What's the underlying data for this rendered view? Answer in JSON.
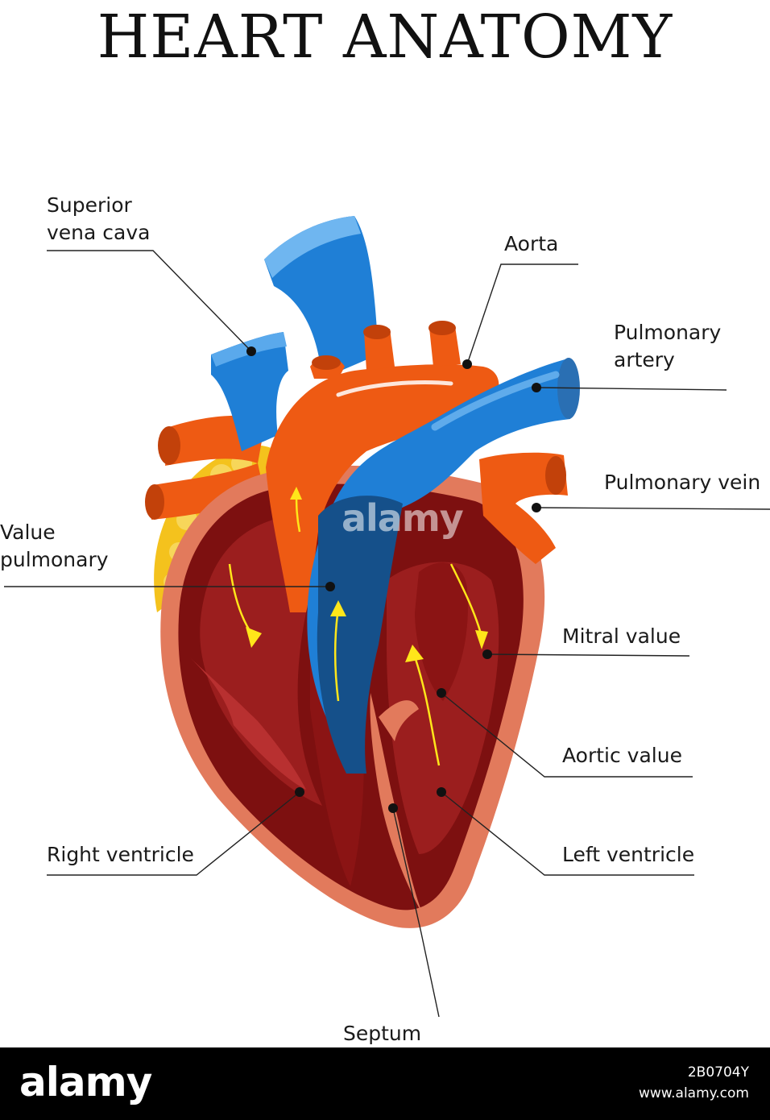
{
  "title": "HEART ANATOMY",
  "labels": {
    "superior_vena_cava": [
      "Superior",
      "vena cava"
    ],
    "aorta": "Aorta",
    "pulmonary_artery": [
      "Pulmonary",
      "artery"
    ],
    "pulmonary_vein": "Pulmonary vein",
    "value_pulmonary": [
      "Value",
      "pulmonary"
    ],
    "mitral_value": "Mitral value",
    "aortic_value": "Aortic value",
    "left_ventricle": "Left ventricle",
    "right_ventricle": "Right ventricle",
    "septum": "Septum"
  },
  "watermark": "alamy",
  "footer": {
    "logo": "alamy",
    "image_id": "2B0704Y",
    "site": "www.alamy.com"
  },
  "colors": {
    "vein_blue": "#1f7fd6",
    "artery_orange": "#ee5a13",
    "myocardium_red": "#7d1010",
    "outer_wall": "#e27a5c",
    "fat_yellow": "#f4c21d",
    "flow_arrow": "#ffe61a"
  }
}
